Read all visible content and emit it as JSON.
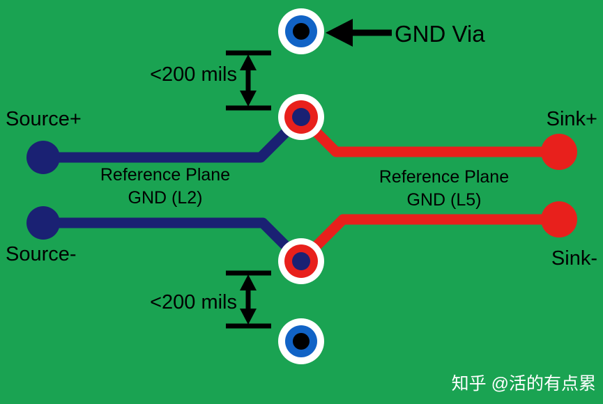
{
  "diagram": {
    "annotations": {
      "gnd_via_label": "GND Via",
      "top_spacing_label": "<200 mils",
      "bottom_spacing_label": "<200 mils"
    },
    "left": {
      "source_plus": "Source+",
      "source_minus": "Source-",
      "ref_plane_line1": "Reference Plane",
      "ref_plane_line2": "GND (L2)"
    },
    "right": {
      "sink_plus": "Sink+",
      "sink_minus": "Sink-",
      "ref_plane_line1": "Reference Plane",
      "ref_plane_line2": "GND (L5)"
    },
    "watermark": "知乎 @活的有点累",
    "colors": {
      "board_green": "#1AA352",
      "trace_dark_blue": "#1A2173",
      "trace_red": "#E8201C",
      "gnd_via_blue": "#1163C6",
      "annotation_black": "#000000",
      "via_pad_white": "#FFFFFF",
      "watermark_white": "#FFFFFF"
    }
  }
}
